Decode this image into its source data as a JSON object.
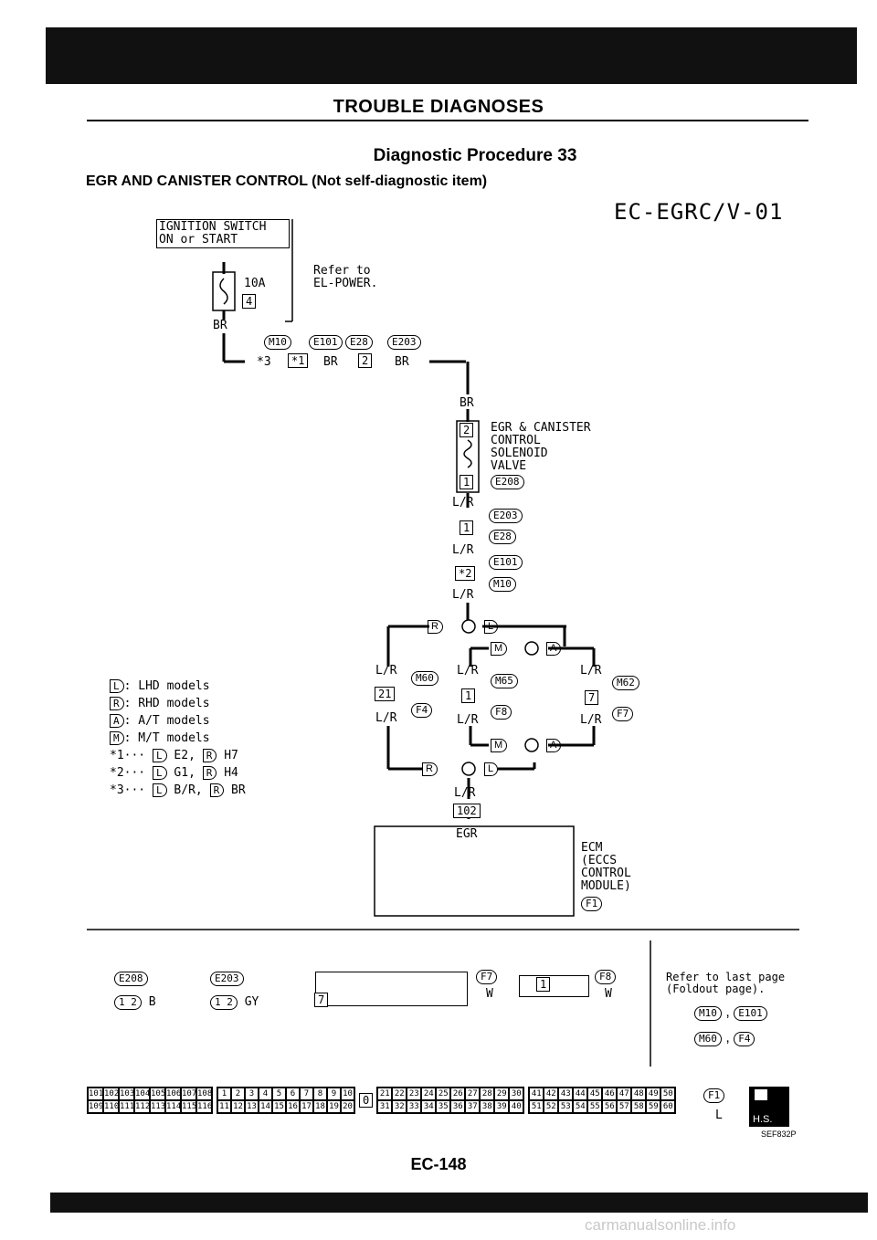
{
  "header": {
    "title": "TROUBLE DIAGNOSES",
    "procedure": "Diagnostic Procedure 33",
    "subtitle": "EGR AND CANISTER CONTROL (Not self-diagnostic item)",
    "diagram_code": "EC-EGRC/V-01"
  },
  "power": {
    "switch_line1": "IGNITION SWITCH",
    "switch_line2": "ON or START",
    "fuse_rating": "10A",
    "fuse_no": "4",
    "refer_line1": "Refer to",
    "refer_line2": "EL-POWER.",
    "wire_color": "BR"
  },
  "top_harness": {
    "star": "*3",
    "conn_a": "M10",
    "conn_b": "E101",
    "conn_c": "E28",
    "conn_d": "E203",
    "pin_a": "*1",
    "pin_b": "2",
    "color_a": "BR",
    "color_b": "BR"
  },
  "solenoid": {
    "wire_in": "BR",
    "pin_top": "2",
    "pin_bottom": "1",
    "line1": "EGR & CANISTER",
    "line2": "CONTROL",
    "line3": "SOLENOID",
    "line4": "VALVE",
    "connector": "E208"
  },
  "chain": [
    {
      "color": "L/R",
      "pin": "1",
      "conn_top": "E203",
      "conn_bottom": "E28"
    },
    {
      "color": "L/R",
      "pin": "*2",
      "conn_top": "E101",
      "conn_bottom": "M10"
    }
  ],
  "chain_color": "L/R",
  "split": {
    "tag_r": "R",
    "tag_l": "L",
    "tag_m": "M",
    "tag_a": "A"
  },
  "branches": [
    {
      "color_top": "L/R",
      "pin": "21",
      "conn_top": "M60",
      "conn_bottom": "F4",
      "color_bottom": "L/R"
    },
    {
      "color_top": "L/R",
      "pin": "1",
      "conn_top": "M65",
      "conn_bottom": "F8",
      "color_bottom": "L/R"
    },
    {
      "color_top": "L/R",
      "pin": "7",
      "conn_top": "M62",
      "conn_bottom": "F7",
      "color_bottom": "L/R"
    }
  ],
  "ecm": {
    "wire": "L/R",
    "pin": "102",
    "label": "EGR",
    "line1": "ECM",
    "line2": "(ECCS",
    "line3": "CONTROL",
    "line4": "MODULE)",
    "connector": "F1"
  },
  "legend": [
    {
      "tag": "L",
      "text": ": LHD models"
    },
    {
      "tag": "R",
      "text": ": RHD models"
    },
    {
      "tag": "A",
      "text": ": A/T models"
    },
    {
      "tag": "M",
      "text": ": M/T models"
    }
  ],
  "notes": [
    {
      "star": "*1",
      "l_val": "E2",
      "r_val": "H7"
    },
    {
      "star": "*2",
      "l_val": "G1",
      "r_val": "H4"
    },
    {
      "star": "*3",
      "l_val": "B/R",
      "r_val": "BR"
    }
  ],
  "connectors": [
    {
      "id": "E208",
      "pins": "1 2",
      "color": "B"
    },
    {
      "id": "E203",
      "pins": "1 2",
      "color": "GY"
    },
    {
      "id": "F7",
      "pin_label": "7",
      "color": "W"
    },
    {
      "id": "F8",
      "pin_label": "1",
      "color": "W"
    }
  ],
  "refer_foldout": {
    "line1": "Refer to last page",
    "line2": "(Foldout page).",
    "c1": "M10",
    "c2": "E101",
    "c3": "M60",
    "c4": "F4"
  },
  "ecm_connector": {
    "id": "F1",
    "color": "L",
    "center": "0",
    "row1_a": [
      "101",
      "102",
      "103",
      "104",
      "105",
      "106",
      "107",
      "108"
    ],
    "row2_a": [
      "109",
      "110",
      "111",
      "112",
      "113",
      "114",
      "115",
      "116"
    ],
    "row1_b": [
      "1",
      "2",
      "3",
      "4",
      "5",
      "6",
      "7",
      "8",
      "9",
      "10"
    ],
    "row2_b": [
      "11",
      "12",
      "13",
      "14",
      "15",
      "16",
      "17",
      "18",
      "19",
      "20"
    ],
    "row1_c": [
      "21",
      "22",
      "23",
      "24",
      "25",
      "26",
      "27",
      "28",
      "29",
      "30"
    ],
    "row2_c": [
      "31",
      "32",
      "33",
      "34",
      "35",
      "36",
      "37",
      "38",
      "39",
      "40"
    ],
    "row1_d": [
      "41",
      "42",
      "43",
      "44",
      "45",
      "46",
      "47",
      "48",
      "49",
      "50"
    ],
    "row2_d": [
      "51",
      "52",
      "53",
      "54",
      "55",
      "56",
      "57",
      "58",
      "59",
      "60"
    ]
  },
  "hs_label": "H.S.",
  "figure_id": "SEF832P",
  "page_number": "EC-148",
  "watermark": "carmanualsonline.info"
}
